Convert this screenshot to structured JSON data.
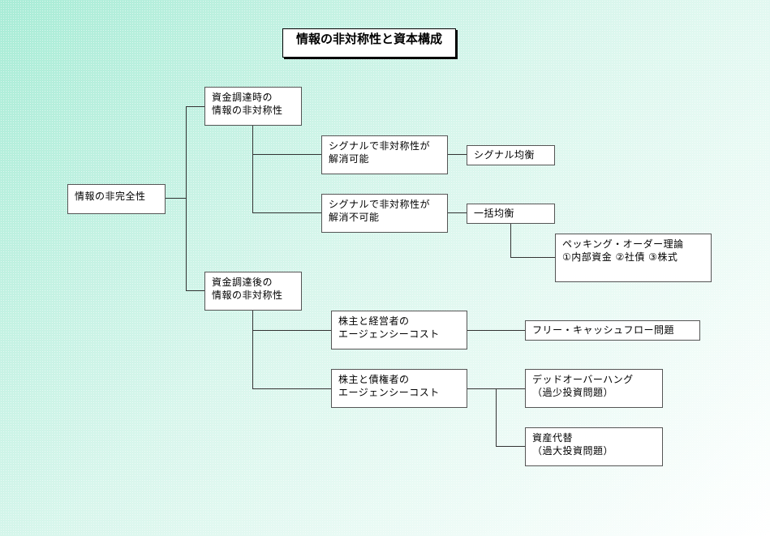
{
  "title": "情報の非対称性と資本構成",
  "nodes": {
    "root": "情報の非完全性",
    "pre_line1": "資金調達時の",
    "pre_line2": "情報の非対称性",
    "sig_ok_line1": "シグナルで非対称性が",
    "sig_ok_line2": "解消可能",
    "sig_eq": "シグナル均衡",
    "sig_ng_line1": "シグナルで非対称性が",
    "sig_ng_line2": "解消不可能",
    "pool_eq": "一括均衡",
    "pecking_line1": "ペッキング・オーダー理論",
    "pecking_line2": "①内部資金 ②社債 ③株式",
    "post_line1": "資金調達後の",
    "post_line2": "情報の非対称性",
    "agency_mgr_line1": "株主と経営者の",
    "agency_mgr_line2": "エージェンシーコスト",
    "fcf": "フリー・キャッシュフロー問題",
    "agency_bond_line1": "株主と債権者の",
    "agency_bond_line2": "エージェンシーコスト",
    "debt_overhang_line1": "デッドオーバーハング",
    "debt_overhang_line2": "（過少投資問題）",
    "asset_sub_line1": "資産代替",
    "asset_sub_line2": "（過大投資問題）"
  }
}
